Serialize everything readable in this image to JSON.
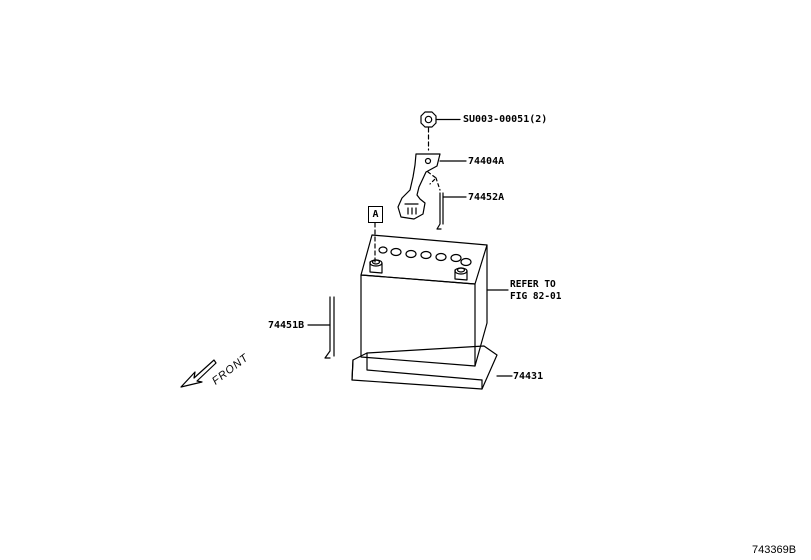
{
  "parts": {
    "nut": "SU003-00051(2)",
    "clamp": "74404A",
    "rod_small": "74452A",
    "rod_large": "74451B",
    "tray": "74431"
  },
  "reference": {
    "line1": "REFER TO",
    "line2": "FIG 82-01"
  },
  "callout": "A",
  "direction": "FRONT",
  "figure_id": "743369B"
}
